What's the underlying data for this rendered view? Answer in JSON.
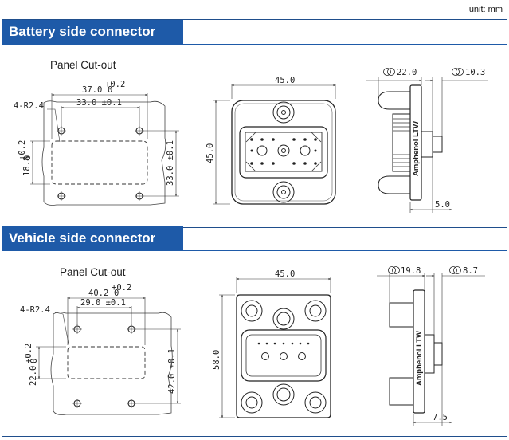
{
  "unit_label": "unit: mm",
  "battery": {
    "banner": "Battery side connector",
    "cutout_title": "Panel Cut-out",
    "dim_width_outer": "37.0",
    "dim_width_outer_tol_upper": "+0.2",
    "dim_width_outer_tol_lower": "0",
    "dim_hole_pitch_x": "33.0 ±0.1",
    "dim_radius": "4-R2.4",
    "dim_height_opening": "18.8",
    "dim_height_opening_tol_upper": "+0.2",
    "dim_height_opening_tol_lower": "0",
    "dim_hole_pitch_y": "33.0 ±0.1",
    "front_width": "45.0",
    "front_height": "45.0",
    "side_dia_large": "22.0",
    "side_dia_small": "10.3",
    "side_depth": "5.0",
    "brand": "Amphenol LTW"
  },
  "vehicle": {
    "banner": "Vehicle side connector",
    "cutout_title": "Panel Cut-out",
    "dim_width_outer": "40.2",
    "dim_width_outer_tol_upper": "+0.2",
    "dim_width_outer_tol_lower": "0",
    "dim_hole_pitch_x": "29.0 ±0.1",
    "dim_radius": "4-R2.4",
    "dim_height_opening": "22.0",
    "dim_height_opening_tol_upper": "+0.2",
    "dim_height_opening_tol_lower": "0",
    "dim_hole_pitch_y": "42.0 ±0.1",
    "front_width": "45.0",
    "front_height": "58.0",
    "side_dia_large": "19.8",
    "side_dia_small": "8.7",
    "side_depth": "7.5",
    "brand": "Amphenol LTW"
  }
}
